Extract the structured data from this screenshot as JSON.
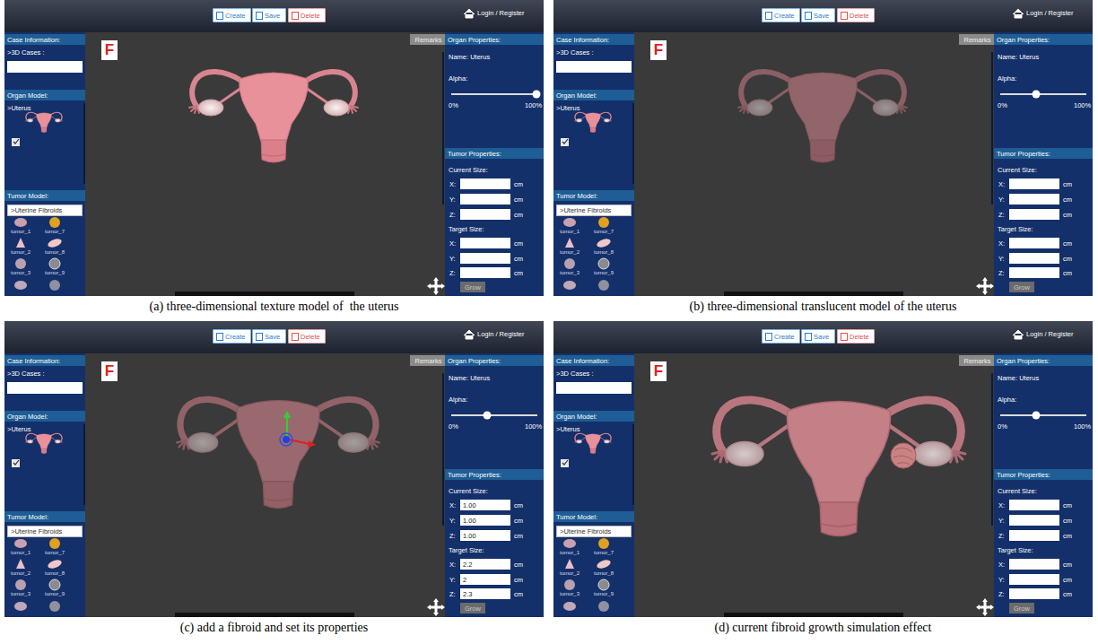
{
  "diagram": {
    "nodes": [
      {
        "text": [
          "(a) three-dimensional texture model of  the uterus"
        ]
      },
      {
        "text": [
          "Create"
        ],
        "in": 0
      },
      {
        "text": [
          "Save"
        ],
        "in": 0
      },
      {
        "text": [
          "Delete"
        ],
        "in": 0
      },
      {
        "text": [
          "Case Information:"
        ],
        "in": 0
      },
      {
        "text": [
          "Organ Model:"
        ],
        "in": 0
      },
      {
        "text": [
          "Tumor Model:"
        ],
        "in": 0
      },
      {
        "text": [
          ">Uterine Fibroids"
        ],
        "in": 0
      },
      {
        "text": [
          "Remarks"
        ],
        "in": 0
      },
      {
        "text": [
          "Organ Properties:"
        ],
        "in": 0
      },
      {
        "text": [
          "Tumor Properties:"
        ],
        "in": 0
      },
      {
        "text": [
          "Grow"
        ],
        "in": 0
      },
      {
        "text": [
          "(b) three-dimensional translucent model of the uterus"
        ]
      },
      {
        "text": [
          "Create"
        ],
        "in": 12
      },
      {
        "text": [
          "Save"
        ],
        "in": 12
      },
      {
        "text": [
          "Delete"
        ],
        "in": 12
      },
      {
        "text": [
          "Case Information:"
        ],
        "in": 12
      },
      {
        "text": [
          "Organ Model:"
        ],
        "in": 12
      },
      {
        "text": [
          "Tumor Model:"
        ],
        "in": 12
      },
      {
        "text": [
          ">Uterine Fibroids"
        ],
        "in": 12
      },
      {
        "text": [
          "Remarks"
        ],
        "in": 12
      },
      {
        "text": [
          "Organ Properties:"
        ],
        "in": 12
      },
      {
        "text": [
          "Tumor Properties:"
        ],
        "in": 12
      },
      {
        "text": [
          "Grow"
        ],
        "in": 12
      },
      {
        "text": [
          "(c) add a fibroid and set its properties"
        ]
      },
      {
        "text": [
          "Create"
        ],
        "in": 24
      },
      {
        "text": [
          "Save"
        ],
        "in": 24
      },
      {
        "text": [
          "Delete"
        ],
        "in": 24
      },
      {
        "text": [
          "Case Information:"
        ],
        "in": 24
      },
      {
        "text": [
          "Organ Model:"
        ],
        "in": 24
      },
      {
        "text": [
          "Tumor Model:"
        ],
        "in": 24
      },
      {
        "text": [
          ">Uterine Fibroids"
        ],
        "in": 24
      },
      {
        "text": [
          "Remarks"
        ],
        "in": 24
      },
      {
        "text": [
          "Organ Properties:"
        ],
        "in": 24
      },
      {
        "text": [
          "Tumor Properties:"
        ],
        "in": 24
      },
      {
        "text": [
          "Grow"
        ],
        "in": 24
      },
      {
        "text": [
          "1.00"
        ],
        "in": 24
      },
      {
        "text": [
          "1.00"
        ],
        "in": 24
      },
      {
        "text": [
          "1.00"
        ],
        "in": 24
      },
      {
        "text": [
          "2.2"
        ],
        "in": 24
      },
      {
        "text": [
          "2"
        ],
        "in": 24
      },
      {
        "text": [
          "2.3"
        ],
        "in": 24
      },
      {
        "text": [
          "(d) current fibroid growth simulation effect"
        ]
      },
      {
        "text": [
          "Create"
        ],
        "in": 42
      },
      {
        "text": [
          "Save"
        ],
        "in": 42
      },
      {
        "text": [
          "Delete"
        ],
        "in": 42
      },
      {
        "text": [
          "Case Information:"
        ],
        "in": 42
      },
      {
        "text": [
          "Organ Model:"
        ],
        "in": 42
      },
      {
        "text": [
          "Tumor Model:"
        ],
        "in": 42
      },
      {
        "text": [
          ">Uterine Fibroids"
        ],
        "in": 42
      },
      {
        "text": [
          "Remarks"
        ],
        "in": 42
      },
      {
        "text": [
          "Organ Properties:"
        ],
        "in": 42
      },
      {
        "text": [
          "Tumor Properties:"
        ],
        "in": 42
      },
      {
        "text": [
          "Grow"
        ],
        "in": 42
      }
    ],
    "labels": [
      "F",
      "Login / Register",
      ">3D Cases :",
      ">Uterus",
      "tumor_1",
      "tumor_7",
      "tumor_2",
      "tumor_8",
      "tumor_3",
      "tumor_9",
      "Name: Uterus",
      "Alpha:",
      "0%",
      "100%",
      "Current Size:",
      "X:",
      "cm",
      "Y:",
      "cm",
      "Z:",
      "cm",
      "Target Size:",
      "X:",
      "cm",
      "Y:",
      "cm",
      "Z:",
      "cm",
      "F",
      "Login / Register",
      ">3D Cases :",
      ">Uterus",
      "tumor_1",
      "tumor_7",
      "tumor_2",
      "tumor_8",
      "tumor_3",
      "tumor_9",
      "Name: Uterus",
      "Alpha:",
      "0%",
      "100%",
      "Current Size:",
      "X:",
      "cm",
      "Y:",
      "cm",
      "Z:",
      "cm",
      "Target Size:",
      "X:",
      "cm",
      "Y:",
      "cm",
      "Z:",
      "cm",
      "F",
      "Login / Register",
      ">3D Cases :",
      ">Uterus",
      "tumor_1",
      "tumor_7",
      "tumor_2",
      "tumor_8",
      "tumor_3",
      "tumor_9",
      "Name: Uterus",
      "Alpha:",
      "0%",
      "100%",
      "Current Size:",
      "X:",
      "cm",
      "Y:",
      "cm",
      "Z:",
      "cm",
      "Target Size:",
      "X:",
      "cm",
      "Y:",
      "cm",
      "Z:",
      "cm",
      "F",
      "Login / Register",
      ">3D Cases :",
      ">Uterus",
      "tumor_1",
      "tumor_7",
      "tumor_2",
      "tumor_8",
      "tumor_3",
      "tumor_9",
      "Name: Uterus",
      "Alpha:",
      "0%",
      "100%",
      "Current Size:",
      "X:",
      "cm",
      "Y:",
      "cm",
      "Z:",
      "cm",
      "Target Size:",
      "X:",
      "cm",
      "Y:",
      "cm",
      "Z:",
      "cm"
    ]
  }
}
